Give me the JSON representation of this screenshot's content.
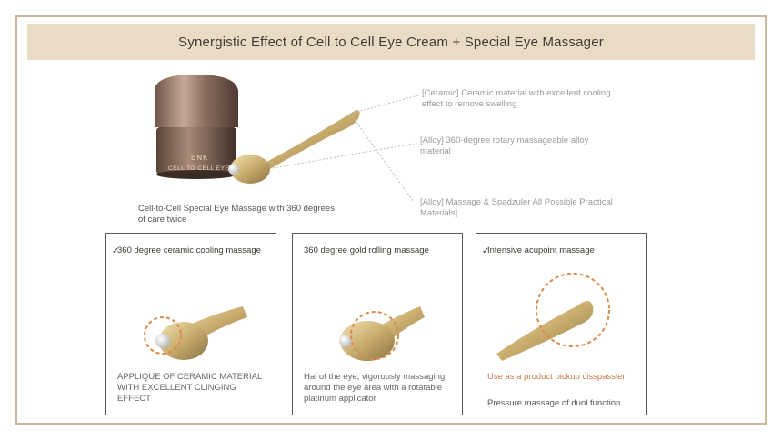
{
  "header": {
    "title": "Synergistic Effect of Cell to Cell Eye Cream + Special Eye Massager"
  },
  "product": {
    "jar_brand": "ENK",
    "jar_name": "CELL TO CELL EYE",
    "caption": "Cell-to-Cell Special Eye Massage with 360 degrees of care twice"
  },
  "callouts": [
    {
      "text": "[Ceramic] Ceramic material with excellent cooling effect to remove swelling"
    },
    {
      "text": "[Alloy] 360-degree rotary massageable alloy material"
    },
    {
      "text": "[Alloy] Massage & Spadzuler All Possible Practical Materials]"
    }
  ],
  "cards": [
    {
      "title": "360 degree ceramic cooling massage",
      "check": "✓",
      "caption": "APPLIQUE OF CERAMIC MATERIAL WITH EXCELLENT CLINGING EFFECT"
    },
    {
      "title": "360 degree gold rolling massage",
      "caption": "Hal of the eye, vigorously massaging around the eye area with a rotatable platinum applicator"
    },
    {
      "title": "Intensive acupoint massage",
      "check": "✓",
      "caption": "Use as a product pickup cisspassler",
      "caption2": "Pressure massage of duol function"
    }
  ],
  "colors": {
    "banner": "#e8dcc6",
    "frame": "#c9b99a",
    "accent_circle": "#d98a4a",
    "gold": "#c9ad6e"
  }
}
